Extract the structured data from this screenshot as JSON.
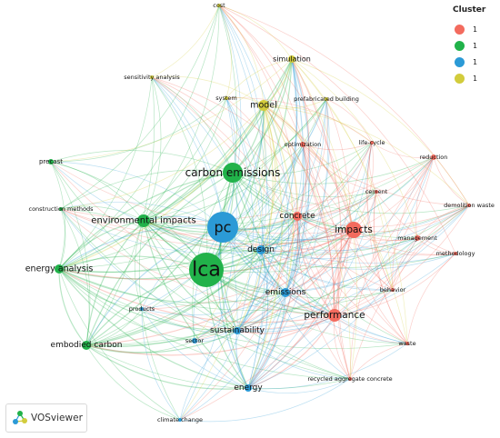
{
  "legend": {
    "title": "Cluster",
    "items": [
      {
        "label": "1",
        "color": "#f36b5e"
      },
      {
        "label": "1",
        "color": "#21b24a"
      },
      {
        "label": "1",
        "color": "#2b9ad6"
      },
      {
        "label": "1",
        "color": "#d2cc3c"
      }
    ]
  },
  "brand": {
    "name": "VOSviewer"
  },
  "network": {
    "nodes": [
      {
        "id": "lca",
        "label": "lca",
        "cluster": "green"
      },
      {
        "id": "pc",
        "label": "pc",
        "cluster": "blue"
      },
      {
        "id": "carbon",
        "label": "carbon emissions",
        "cluster": "green"
      },
      {
        "id": "envimp",
        "label": "environmental impacts",
        "cluster": "green"
      },
      {
        "id": "energyan",
        "label": "energy analysis",
        "cluster": "green"
      },
      {
        "id": "embodied",
        "label": "embodied carbon",
        "cluster": "green"
      },
      {
        "id": "precast",
        "label": "precast",
        "cluster": "green"
      },
      {
        "id": "construction",
        "label": "construction methods",
        "cluster": "green"
      },
      {
        "id": "products",
        "label": "products",
        "cluster": "blue"
      },
      {
        "id": "sector",
        "label": "sector",
        "cluster": "blue"
      },
      {
        "id": "sustain",
        "label": "sustainability",
        "cluster": "blue"
      },
      {
        "id": "energy",
        "label": "energy",
        "cluster": "blue"
      },
      {
        "id": "climate",
        "label": "climate change",
        "cluster": "blue"
      },
      {
        "id": "design",
        "label": "design",
        "cluster": "blue"
      },
      {
        "id": "emissions",
        "label": "emissions",
        "cluster": "blue"
      },
      {
        "id": "concrete",
        "label": "concrete",
        "cluster": "red"
      },
      {
        "id": "impacts",
        "label": "impacts",
        "cluster": "red"
      },
      {
        "id": "performance",
        "label": "performance",
        "cluster": "red"
      },
      {
        "id": "optimization",
        "label": "optimization",
        "cluster": "red"
      },
      {
        "id": "lifecycle",
        "label": "life-cycle",
        "cluster": "red"
      },
      {
        "id": "reduction",
        "label": "reduction",
        "cluster": "red"
      },
      {
        "id": "cement",
        "label": "cement",
        "cluster": "red"
      },
      {
        "id": "demolition",
        "label": "demolition waste",
        "cluster": "red"
      },
      {
        "id": "management",
        "label": "management",
        "cluster": "red"
      },
      {
        "id": "methodology",
        "label": "methodology",
        "cluster": "red"
      },
      {
        "id": "behavior",
        "label": "behavior",
        "cluster": "red"
      },
      {
        "id": "waste",
        "label": "waste",
        "cluster": "red"
      },
      {
        "id": "recycled",
        "label": "recycled aggregate concrete",
        "cluster": "red"
      },
      {
        "id": "model",
        "label": "model",
        "cluster": "yellow"
      },
      {
        "id": "simulation",
        "label": "simulation",
        "cluster": "yellow"
      },
      {
        "id": "system",
        "label": "system",
        "cluster": "yellow"
      },
      {
        "id": "prefab",
        "label": "prefabricated building",
        "cluster": "yellow"
      },
      {
        "id": "sensitivity",
        "label": "sensitivity analysis",
        "cluster": "yellow"
      },
      {
        "id": "cost",
        "label": "cost",
        "cluster": "yellow"
      }
    ]
  }
}
